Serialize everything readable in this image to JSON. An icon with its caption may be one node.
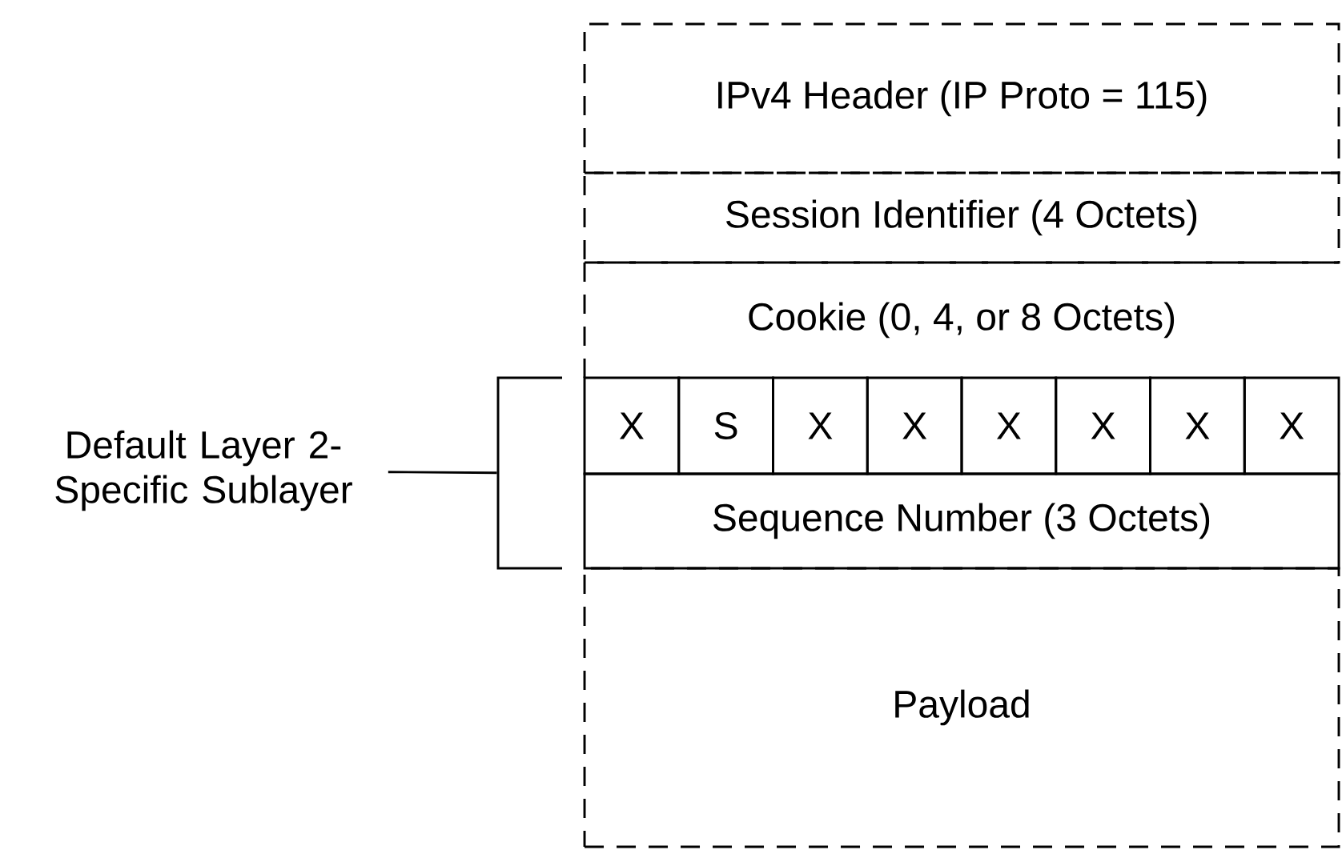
{
  "diagram": {
    "nodes": [
      {
        "text": [
          "IPv4 Header (IP Proto = 115)"
        ]
      },
      {
        "text": [
          "Session Identifier (4 Octets)"
        ]
      },
      {
        "text": [
          "Cookie (0, 4, or 8 Octets)"
        ]
      },
      {
        "text": [
          "X"
        ]
      },
      {
        "text": [
          "S"
        ]
      },
      {
        "text": [
          "X"
        ]
      },
      {
        "text": [
          "X"
        ]
      },
      {
        "text": [
          "X"
        ]
      },
      {
        "text": [
          "X"
        ]
      },
      {
        "text": [
          "X"
        ]
      },
      {
        "text": [
          "X"
        ]
      },
      {
        "text": [
          "Sequence Number (3 Octets)"
        ]
      },
      {
        "text": [
          "Payload"
        ]
      },
      {
        "text": [
          "Default Layer 2- Specific Sublayer"
        ]
      },
      {
        "text": [],
        "shape": "bracket"
      }
    ],
    "edges": [
      {
        "from": 13,
        "to": 14,
        "arrow": "none"
      }
    ]
  }
}
